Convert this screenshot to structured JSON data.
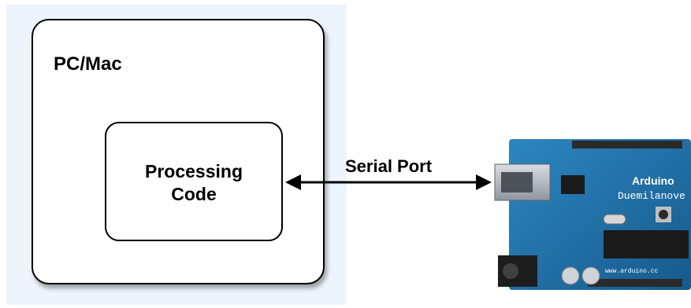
{
  "pc": {
    "label": "PC/Mac"
  },
  "code": {
    "line1": "Processing",
    "line2": "Code"
  },
  "link": {
    "label": "Serial Port"
  },
  "board": {
    "brand": "Arduino",
    "model": "Duemilanove",
    "url": "www.arduino.cc"
  },
  "colors": {
    "pc_panel": "#eef4fb",
    "board_pcb": "#1f6fa6",
    "arrow": "#000000"
  }
}
